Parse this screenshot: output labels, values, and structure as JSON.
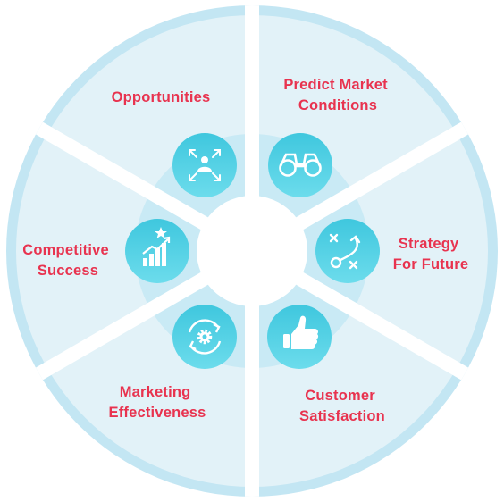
{
  "colors": {
    "outer_ring": "#c3e6f3",
    "segment_fill": "#e2f2f8",
    "inner_ring": "#c9eaf5",
    "icon_circle_top": "#3fc7de",
    "icon_circle_bottom": "#6cdcec",
    "label": "#e8334f",
    "background": "#ffffff"
  },
  "segments": [
    {
      "id": "predict-market-conditions",
      "lines": [
        "Predict Market",
        "Conditions"
      ],
      "icon": "binoculars-icon"
    },
    {
      "id": "strategy-for-future",
      "lines": [
        "Strategy",
        "For Future"
      ],
      "icon": "strategy-plan-icon"
    },
    {
      "id": "customer-satisfaction",
      "lines": [
        "Customer",
        "Satisfaction"
      ],
      "icon": "thumbs-up-icon"
    },
    {
      "id": "marketing-effectiveness",
      "lines": [
        "Marketing",
        "Effectiveness"
      ],
      "icon": "gear-cycle-icon"
    },
    {
      "id": "competitive-success",
      "lines": [
        "Competitive",
        "Success"
      ],
      "icon": "growth-chart-icon"
    },
    {
      "id": "opportunities",
      "lines": [
        "Opportunities"
      ],
      "icon": "expand-person-icon"
    }
  ]
}
